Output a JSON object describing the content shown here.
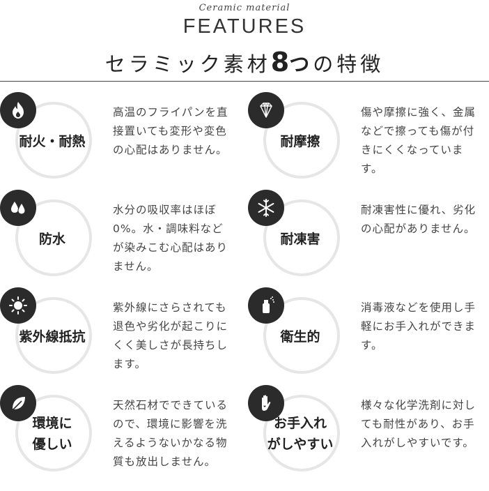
{
  "header": {
    "script_text": "Ceramic material",
    "features_title": "FEATURES",
    "headline_prefix": "セラミック素材",
    "headline_number": "8",
    "headline_counter": "つ",
    "headline_suffix": "の特徴"
  },
  "features": [
    {
      "icon": "fire-icon",
      "label_line1": "耐火・耐熱",
      "label_line2": "",
      "text": "高温のフライパンを直接置いても変形や変色の心配はありません。"
    },
    {
      "icon": "diamond-icon",
      "label_line1": "耐摩擦",
      "label_line2": "",
      "text": "傷や摩擦に強く、金属などで擦っても傷が付きにくくなっています。"
    },
    {
      "icon": "water-drops-icon",
      "label_line1": "防水",
      "label_line2": "",
      "text": "水分の吸収率はほぼ0%。水・調味料などが染みこむ心配はありません。"
    },
    {
      "icon": "snowflake-icon",
      "label_line1": "耐凍害",
      "label_line2": "",
      "text": "耐凍害性に優れ、劣化の心配がありません。"
    },
    {
      "icon": "sun-icon",
      "label_line1": "紫外線抵抗",
      "label_line2": "",
      "text": "紫外線にさらされても退色や劣化が起こりにくく美しさが長持ちします。"
    },
    {
      "icon": "spray-bottle-icon",
      "label_line1": "衛生的",
      "label_line2": "",
      "text": "消毒液などを使用し手軽にお手入れができます。"
    },
    {
      "icon": "leaf-icon",
      "label_line1": "環境に",
      "label_line2": "優しい",
      "text": "天然石材でできているので、環境に影響を洗えるようないかなる物質も放出しません。"
    },
    {
      "icon": "hand-icon",
      "label_line1": "お手入れ",
      "label_line2": "がしやすい",
      "text": "様々な化学洗剤に対しても耐性があり、お手入れがしやすいです。"
    }
  ]
}
